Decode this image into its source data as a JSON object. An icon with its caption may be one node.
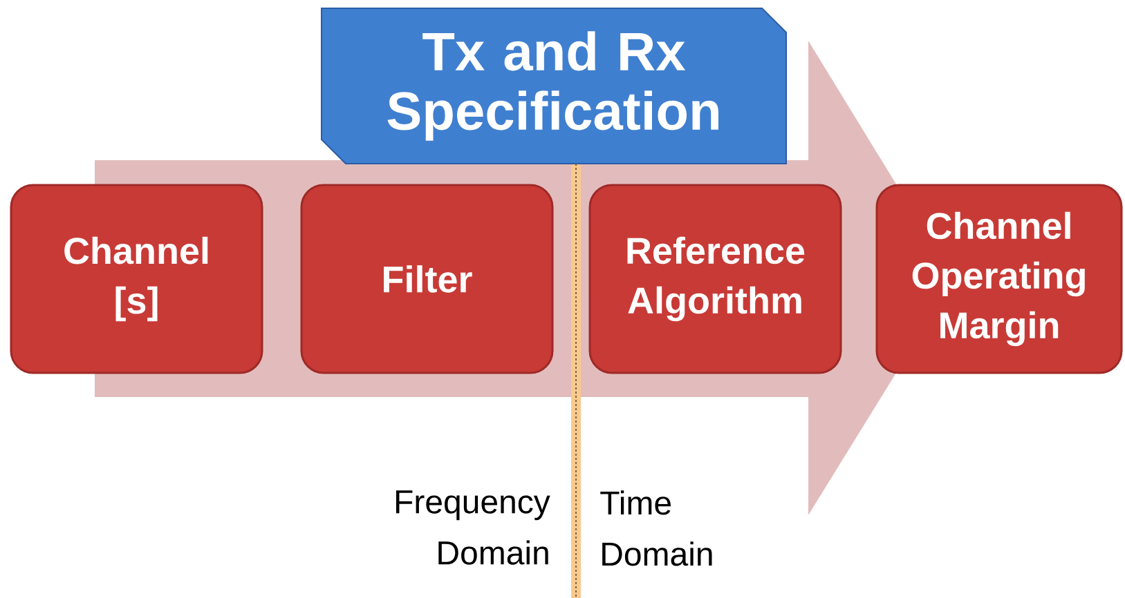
{
  "diagram": {
    "nodes": [
      {
        "text": [
          "Tx and Rx Specification"
        ]
      },
      {
        "text": [
          "Channel [s]"
        ]
      },
      {
        "text": [
          "Filter"
        ]
      },
      {
        "text": [
          "Reference Algorithm"
        ]
      },
      {
        "text": [
          "Channel Operating Margin"
        ]
      }
    ],
    "edges": [
      {
        "from": 1,
        "to": 4,
        "arrow": "to"
      }
    ],
    "labels": [
      "Frequency Domain",
      "Time Domain"
    ]
  }
}
